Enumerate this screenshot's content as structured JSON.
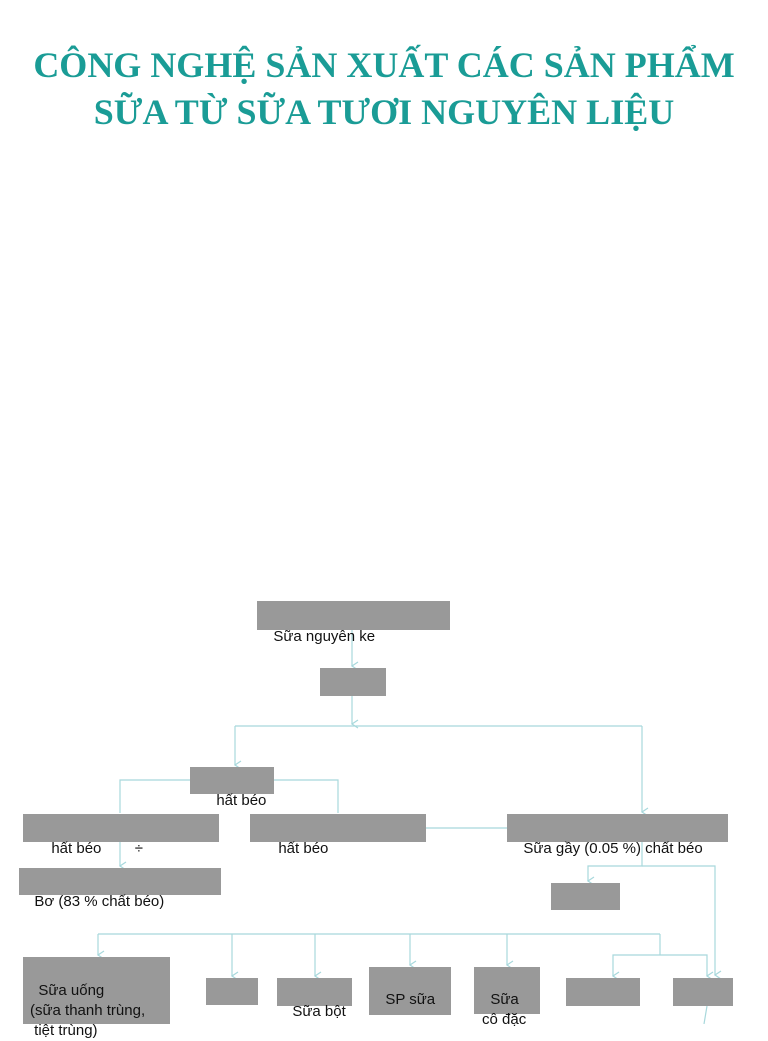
{
  "title": {
    "line1": "CÔNG NGHỆ SẢN XUẤT CÁC SẢN PHẨM",
    "line2": "SỮA TỪ SỮA TƯƠI NGUYÊN LIỆU"
  },
  "diagram": {
    "raw_milk": "Sữa nguyên ke",
    "fat_cream": "hất béo",
    "fat_left": "hất béo        ÷",
    "fat_mid": "hất béo",
    "skim_milk": "Sữa gầy (0.05 %) chất béo",
    "butter": "Bơ (83 % chất béo)",
    "drinking_milk": "Sữa uống\n(sữa thanh trùng,\n tiệt trùng)",
    "milk_powder": "Sữa bột",
    "sp_milk": "SP sữa",
    "condensed_milk": "Sữa\ncô đặc"
  },
  "colors": {
    "title": "#1a9c96",
    "box": "#999999",
    "connector": "#a8d8dc"
  }
}
